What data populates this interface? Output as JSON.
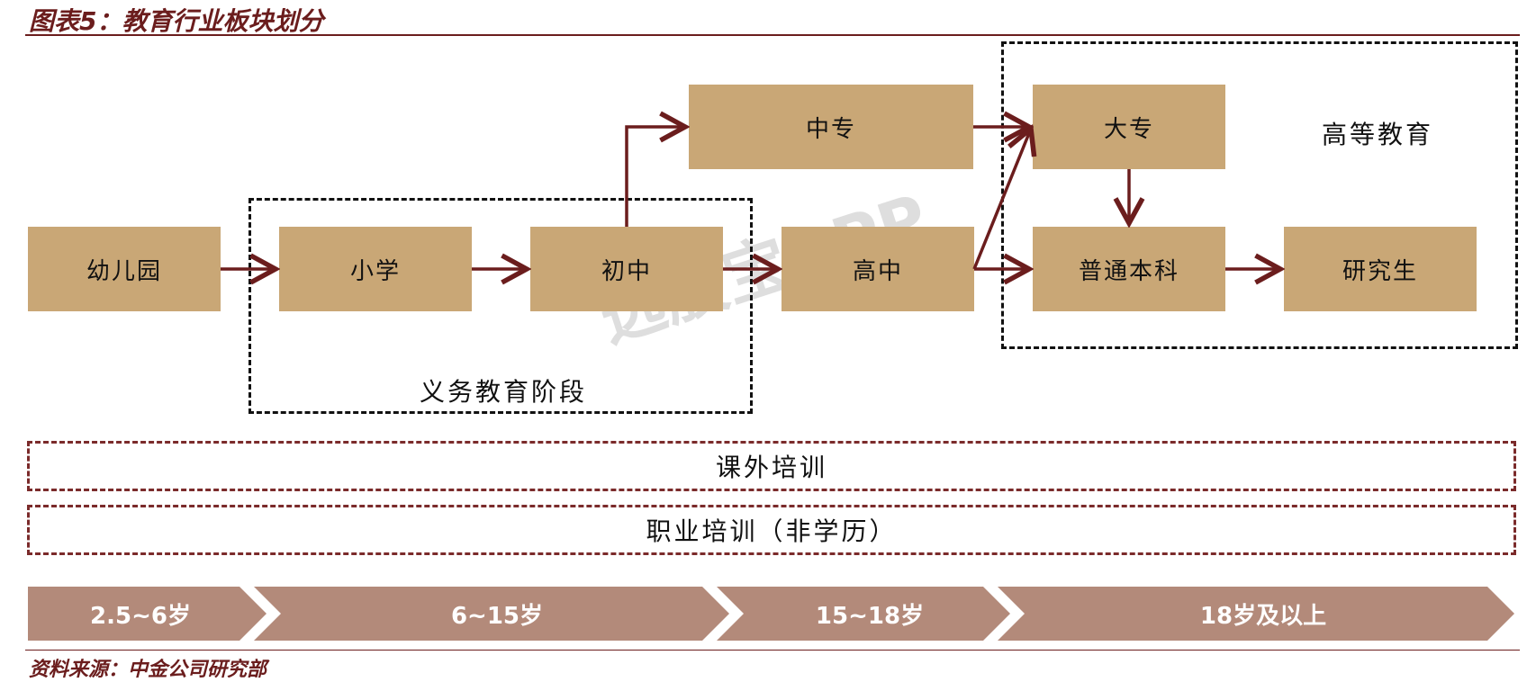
{
  "title": "图表5：教育行业板块划分",
  "nodes": {
    "kindergarten": "幼儿园",
    "primary": "小学",
    "junior_high": "初中",
    "secondary_vocational": "中专",
    "senior_high": "高中",
    "junior_college": "大专",
    "undergraduate": "普通本科",
    "graduate": "研究生"
  },
  "groups": {
    "compulsory": "义务教育阶段",
    "higher": "高等教育"
  },
  "bands": {
    "extracurricular": "课外培训",
    "vocational": "职业培训（非学历）"
  },
  "ages": [
    "2.5~6岁",
    "6~15岁",
    "15~18岁",
    "18岁及以上"
  ],
  "source": "资料来源：中金公司研究部",
  "watermark": "选股宝APP",
  "colors": {
    "node_fill": "#c9a776",
    "arrow": "#6b1d1d",
    "age_fill": "#b38a7a",
    "title": "#6b1d1d"
  }
}
